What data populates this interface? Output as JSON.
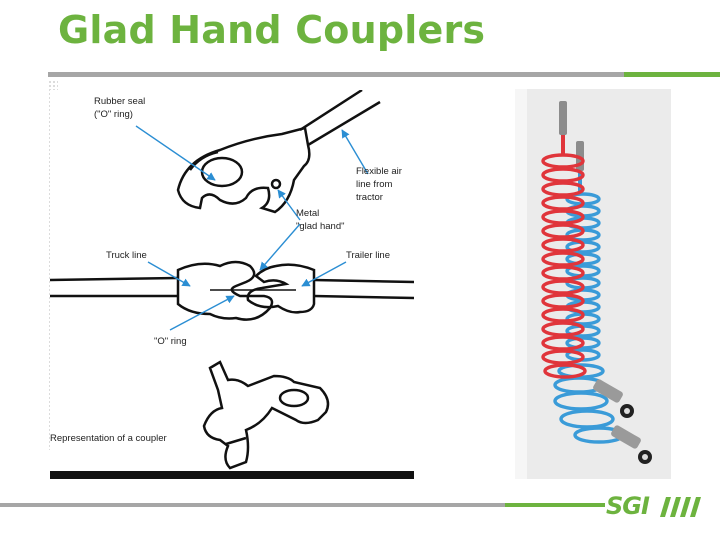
{
  "slide": {
    "title": "Glad Hand Couplers",
    "logo_text": "SGI",
    "colors": {
      "accent_green": "#6db33f",
      "rule_gray": "#a6a6a6",
      "line_red": "#e0353b",
      "line_blue": "#3a9bd8"
    }
  },
  "diagram": {
    "labels": {
      "rubber_seal_1": "Rubber seal",
      "rubber_seal_2": "(\"O\" ring)",
      "flexible_1": "Flexible air",
      "flexible_2": "line from",
      "flexible_3": "tractor",
      "metal_1": "Metal",
      "metal_2": "\"glad hand\"",
      "truck_line": "Truck line",
      "trailer_line": "Trailer line",
      "o_ring": "\"O\" ring",
      "representation": "Representation of a coupler"
    }
  }
}
